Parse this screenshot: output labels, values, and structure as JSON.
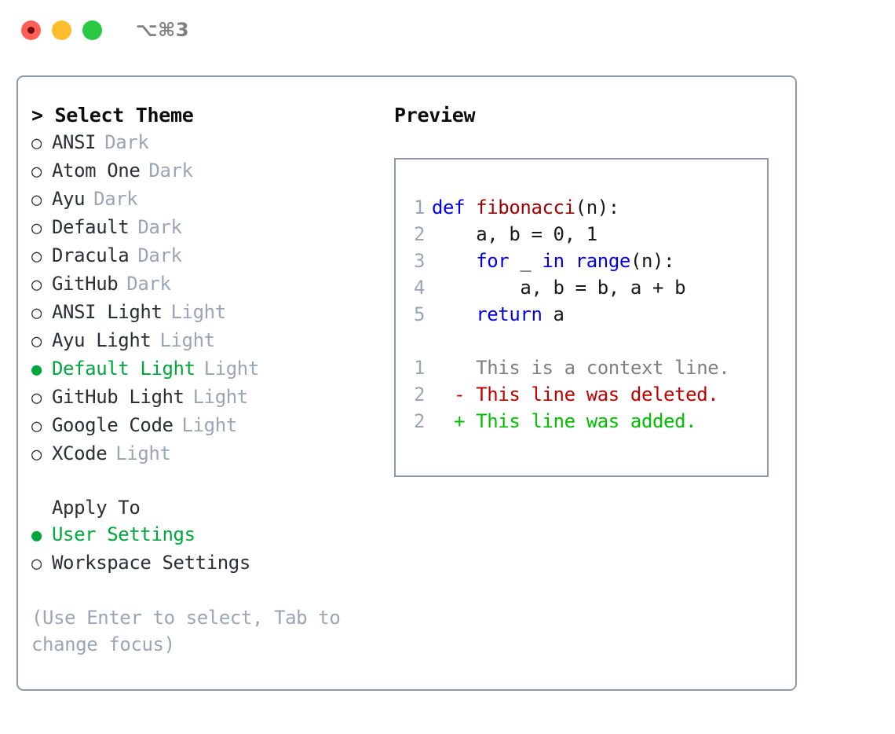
{
  "titlebar": {
    "shortcut": "⌥⌘3",
    "lights": [
      {
        "name": "close",
        "color": "#ff5f57"
      },
      {
        "name": "minimize",
        "color": "#ffbd2e"
      },
      {
        "name": "maximize",
        "color": "#28c840"
      }
    ]
  },
  "colors": {
    "border": "#8c99ab",
    "accent_green": "#00a83c",
    "muted": "#9aa5b5",
    "text": "#2b2f36",
    "keyword": "#0000ee",
    "function": "#a00000",
    "diff_added": "#00c000",
    "diff_deleted": "#c00000",
    "diff_context": "#808080"
  },
  "theme_list": {
    "header": "> Select Theme",
    "selected_index": 8,
    "items": [
      {
        "bullet": "○",
        "name": "ANSI",
        "tag": "Dark",
        "selected": false
      },
      {
        "bullet": "○",
        "name": "Atom One",
        "tag": "Dark",
        "selected": false
      },
      {
        "bullet": "○",
        "name": "Ayu",
        "tag": "Dark",
        "selected": false
      },
      {
        "bullet": "○",
        "name": "Default",
        "tag": "Dark",
        "selected": false
      },
      {
        "bullet": "○",
        "name": "Dracula",
        "tag": "Dark",
        "selected": false
      },
      {
        "bullet": "○",
        "name": "GitHub",
        "tag": "Dark",
        "selected": false
      },
      {
        "bullet": "○",
        "name": "ANSI Light",
        "tag": "Light",
        "selected": false
      },
      {
        "bullet": "○",
        "name": "Ayu Light",
        "tag": "Light",
        "selected": false
      },
      {
        "bullet": "●",
        "name": "Default Light",
        "tag": "Light",
        "selected": true
      },
      {
        "bullet": "○",
        "name": "GitHub Light",
        "tag": "Light",
        "selected": false
      },
      {
        "bullet": "○",
        "name": "Google Code",
        "tag": "Light",
        "selected": false
      },
      {
        "bullet": "○",
        "name": "XCode",
        "tag": "Light",
        "selected": false
      }
    ]
  },
  "apply_to": {
    "header": "Apply To",
    "selected_index": 0,
    "items": [
      {
        "bullet": "●",
        "name": "User Settings",
        "tag": "",
        "selected": true
      },
      {
        "bullet": "○",
        "name": "Workspace Settings",
        "tag": "",
        "selected": false
      }
    ]
  },
  "hint": "(Use Enter to select, Tab to change focus)",
  "preview": {
    "title": "Preview",
    "code_lines": [
      {
        "num": "1",
        "tokens": [
          {
            "t": "def ",
            "c": "kw"
          },
          {
            "t": "fibonacci",
            "c": "fn"
          },
          {
            "t": "(n):",
            "c": "plain"
          }
        ]
      },
      {
        "num": "2",
        "tokens": [
          {
            "t": "    a, b = 0, 1",
            "c": "plain"
          }
        ]
      },
      {
        "num": "3",
        "tokens": [
          {
            "t": "    ",
            "c": "plain"
          },
          {
            "t": "for",
            "c": "kw"
          },
          {
            "t": " _ ",
            "c": "plain"
          },
          {
            "t": "in",
            "c": "kw"
          },
          {
            "t": " ",
            "c": "plain"
          },
          {
            "t": "range",
            "c": "bi"
          },
          {
            "t": "(n):",
            "c": "plain"
          }
        ]
      },
      {
        "num": "4",
        "tokens": [
          {
            "t": "        a, b = b, a + b",
            "c": "plain"
          }
        ]
      },
      {
        "num": "5",
        "tokens": [
          {
            "t": "    ",
            "c": "plain"
          },
          {
            "t": "return",
            "c": "kw"
          },
          {
            "t": " a",
            "c": "plain"
          }
        ]
      }
    ],
    "diff_lines": [
      {
        "num": "1",
        "marker": " ",
        "text": " This is a context line.",
        "kind": "d-ctx"
      },
      {
        "num": "2",
        "marker": "-",
        "text": " This line was deleted.",
        "kind": "d-del"
      },
      {
        "num": "2",
        "marker": "+",
        "text": " This line was added.",
        "kind": "d-add"
      }
    ]
  }
}
